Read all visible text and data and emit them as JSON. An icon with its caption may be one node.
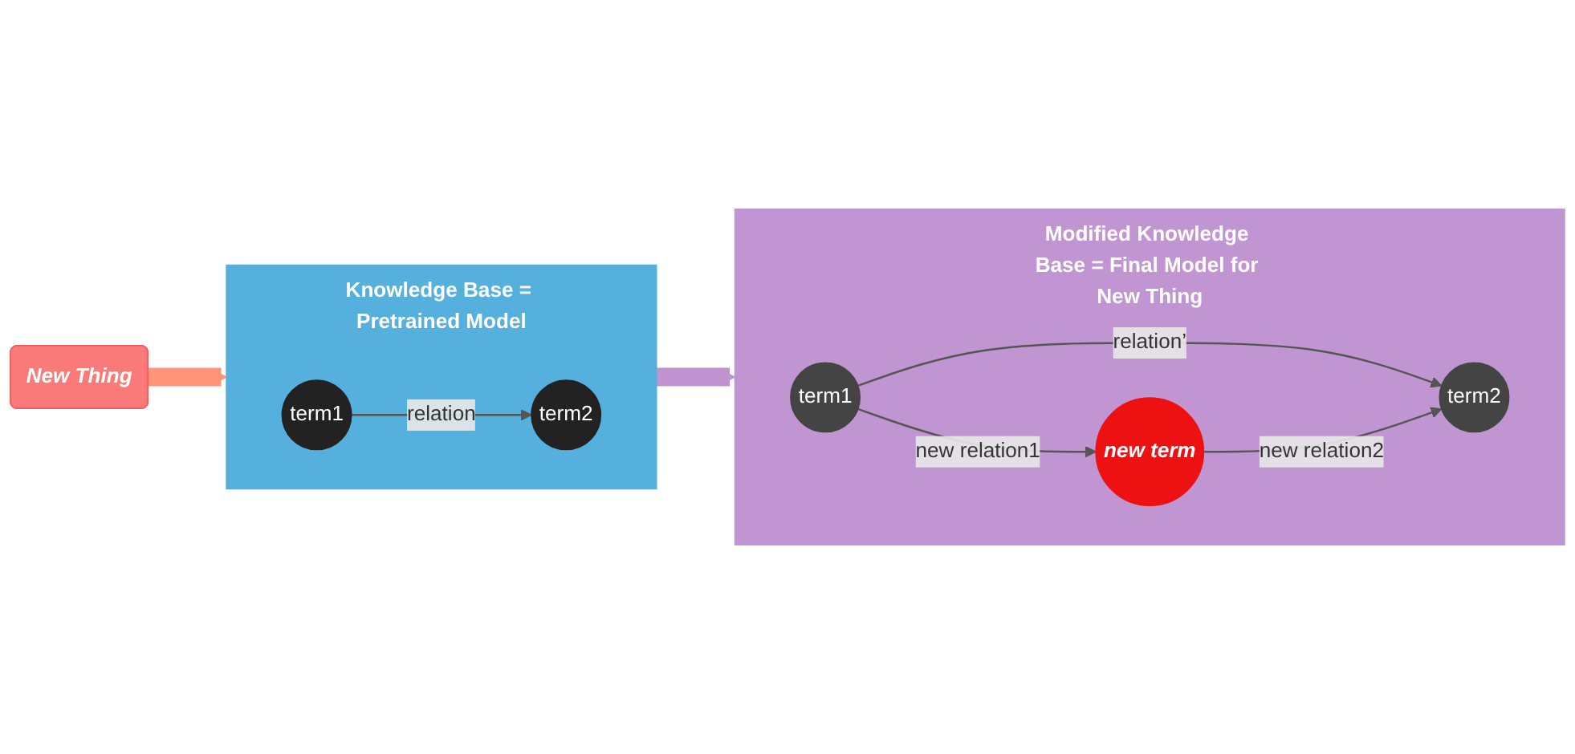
{
  "diagram": {
    "nodes": [
      {
        "text": [
          "New Thing"
        ]
      },
      {
        "text": [
          "Knowledge Base = Pretrained Model"
        ]
      },
      {
        "text": [
          "term1"
        ],
        "in": 1
      },
      {
        "text": [
          "term2"
        ],
        "in": 1
      },
      {
        "text": [
          "Modified Knowledge Base = Final Model for New Thing"
        ]
      },
      {
        "text": [
          "term1"
        ],
        "in": 4
      },
      {
        "text": [
          "term2"
        ],
        "in": 4
      },
      {
        "text": [
          "new term"
        ],
        "in": 4
      }
    ],
    "edges": [
      {
        "from": 0,
        "to": 1,
        "arrow": "to",
        "style": "thick",
        "color": "#ff9478"
      },
      {
        "from": 1,
        "to": 4,
        "arrow": "to",
        "style": "thick",
        "color": "#c093d0"
      },
      {
        "from": 2,
        "to": 3,
        "arrow": "to",
        "label": "relation"
      },
      {
        "from": 5,
        "to": 6,
        "arrow": "to",
        "label": "relation’"
      },
      {
        "from": 5,
        "to": 7,
        "arrow": "to",
        "label": "new relation1"
      },
      {
        "from": 7,
        "to": 6,
        "arrow": "to",
        "label": "new relation2"
      }
    ]
  }
}
